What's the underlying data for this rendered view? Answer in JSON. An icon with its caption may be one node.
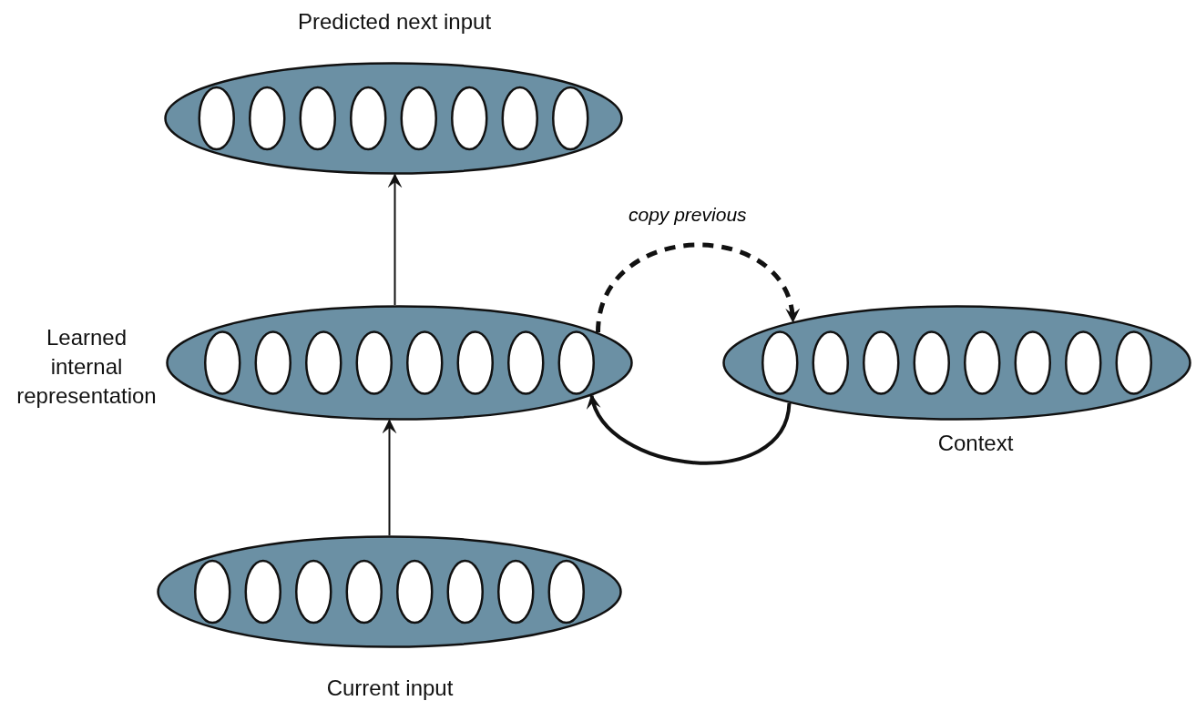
{
  "diagram": {
    "nodes": [
      {
        "text": [
          "Predicted next input"
        ]
      },
      {
        "text": [
          "Learned internal representation"
        ]
      },
      {
        "text": [
          "Context"
        ]
      },
      {
        "text": [
          "Current input"
        ]
      }
    ],
    "edges": [
      {
        "from": 3,
        "to": 1,
        "arrow": "to"
      },
      {
        "from": 1,
        "to": 0,
        "arrow": "to"
      },
      {
        "from": 1,
        "to": 2,
        "arrow": "to",
        "style": "dashed",
        "label": "copy previous"
      },
      {
        "from": 2,
        "to": 1,
        "arrow": "to",
        "style": "thick"
      }
    ]
  }
}
